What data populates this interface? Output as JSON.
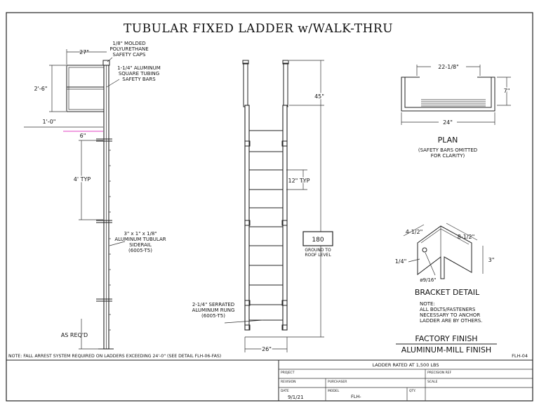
{
  "title": "TUBULAR FIXED LADDER w/WALK-THRU",
  "side_view": {
    "dim_27": "27\"",
    "dim_2_6": "2'-6\"",
    "dim_1_0": "1'-0\"",
    "dim_6": "6\"",
    "dim_4typ": "4' TYP",
    "as_reqd": "AS REQ'D",
    "caps_note": [
      "1/8\" MOLDED",
      "POLYURETHANE",
      "SAFETY CAPS"
    ],
    "bars_note": [
      "1-1/4\" ALUMINUM",
      "SQUARE TUBING",
      "SAFETY BARS"
    ],
    "siderail_note": [
      "3\" x 1\" x 1/8\"",
      "ALUMINUM TUBULAR",
      "SIDERAIL",
      "(6005-T5)"
    ]
  },
  "front_view": {
    "dim_45": "45\"",
    "dim_12typ": "12\" TYP",
    "dim_26": "26\"",
    "height_value": "180",
    "height_label": [
      "GROUND TO",
      "ROOF LEVEL"
    ],
    "rung_note": [
      "2-1/4\" SERRATED",
      "ALUMINUM RUNG",
      "(6005-T5)"
    ]
  },
  "plan": {
    "dim_top": "22-1/8\"",
    "dim_side": "7\"",
    "dim_bottom": "24\"",
    "label": "PLAN",
    "note": [
      "(SAFETY BARS OMITTED",
      "FOR CLARITY)"
    ]
  },
  "bracket": {
    "dim_a": "4-1/2\"",
    "dim_b": "8-1/2\"",
    "dim_c": "1/4\"",
    "dim_d": "3\"",
    "dim_hole": "ø9/16\"",
    "label": "BRACKET DETAIL",
    "note": [
      "NOTE:",
      "ALL BOLTS/FASTENERS",
      "NECESSARY TO ANCHOR",
      "LADDER ARE BY OTHERS."
    ]
  },
  "finish": {
    "line1": "FACTORY FINISH",
    "line2": "ALUMINUM-MILL FINISH"
  },
  "footer_note": "NOTE: FALL ARREST SYSTEM REQUIRED ON LADDERS EXCEEDING 24'-0\" (SEE DETAIL FLH-06-FAS)",
  "sheet_id": "FLH-04",
  "title_block": {
    "rating": "LADDER RATED AT 1,500 LBS",
    "project": "PROJECT",
    "precision_ref": "PRECISION REF",
    "revision": "REVISION",
    "purchaser": "PURCHASER",
    "scale": "SCALE",
    "date_label": "DATE",
    "date_value": "9/1/21",
    "model_label": "MODEL",
    "model_value": "FLH-",
    "qty_label": "QTY."
  },
  "colors": {
    "ink": "#222222",
    "accent_pink": "#e040c0",
    "paper": "#ffffff"
  }
}
